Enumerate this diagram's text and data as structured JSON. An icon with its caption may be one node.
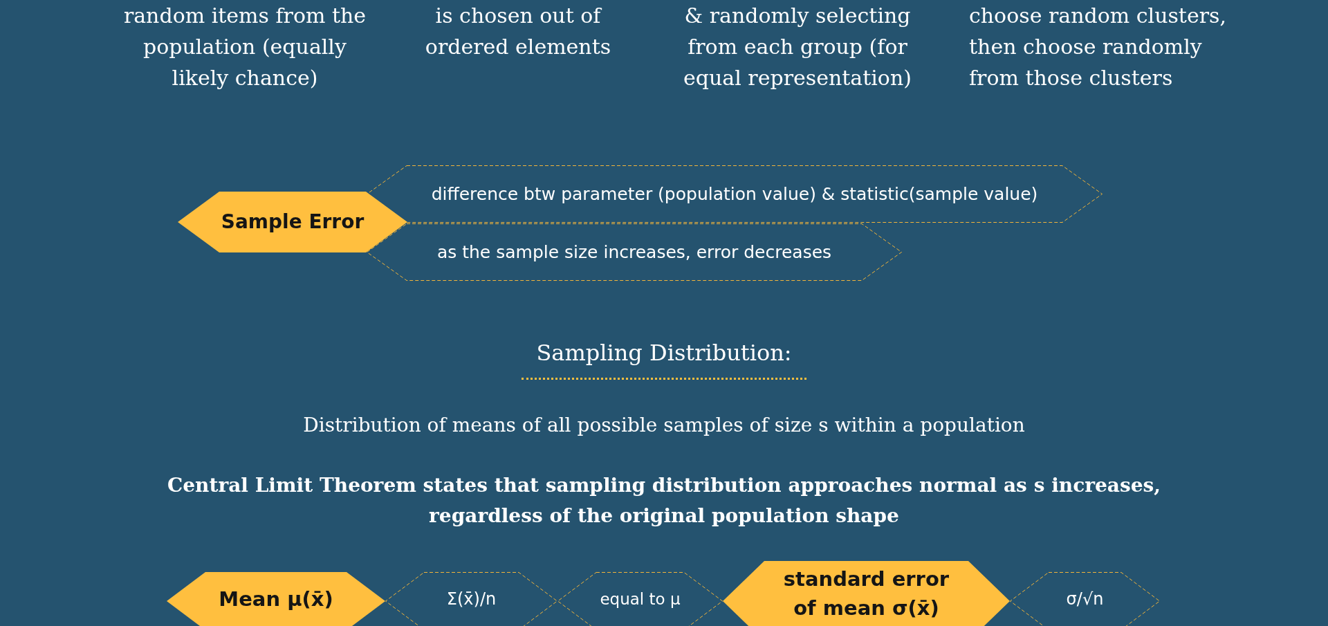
{
  "diagram": {
    "nodes": [
      {
        "text": [
          "Sample Error"
        ]
      },
      {
        "text": [
          "difference btw parameter (population value) & statistic(sample value)"
        ]
      },
      {
        "text": [
          "as the sample size increases, error decreases"
        ]
      },
      {
        "text": [
          "Mean μ(x̄)"
        ]
      },
      {
        "text": [
          "Σ(x̄)/n"
        ]
      },
      {
        "text": [
          "equal to μ"
        ]
      },
      {
        "text": [
          "standard error of mean σ(x̄)"
        ]
      },
      {
        "text": [
          "σ/√n"
        ]
      }
    ],
    "labels": [
      "random items from the population (equally likely chance)",
      "is chosen out of ordered elements",
      "& randomly selecting from each group (for equal representation)",
      "choose random clusters, then choose randomly from those clusters",
      "Sampling Distribution:",
      "Distribution of means of all possible samples of size s within a population",
      "Central Limit Theorem states that sampling distribution approaches normal as s increases, regardless of the original population shape"
    ]
  }
}
